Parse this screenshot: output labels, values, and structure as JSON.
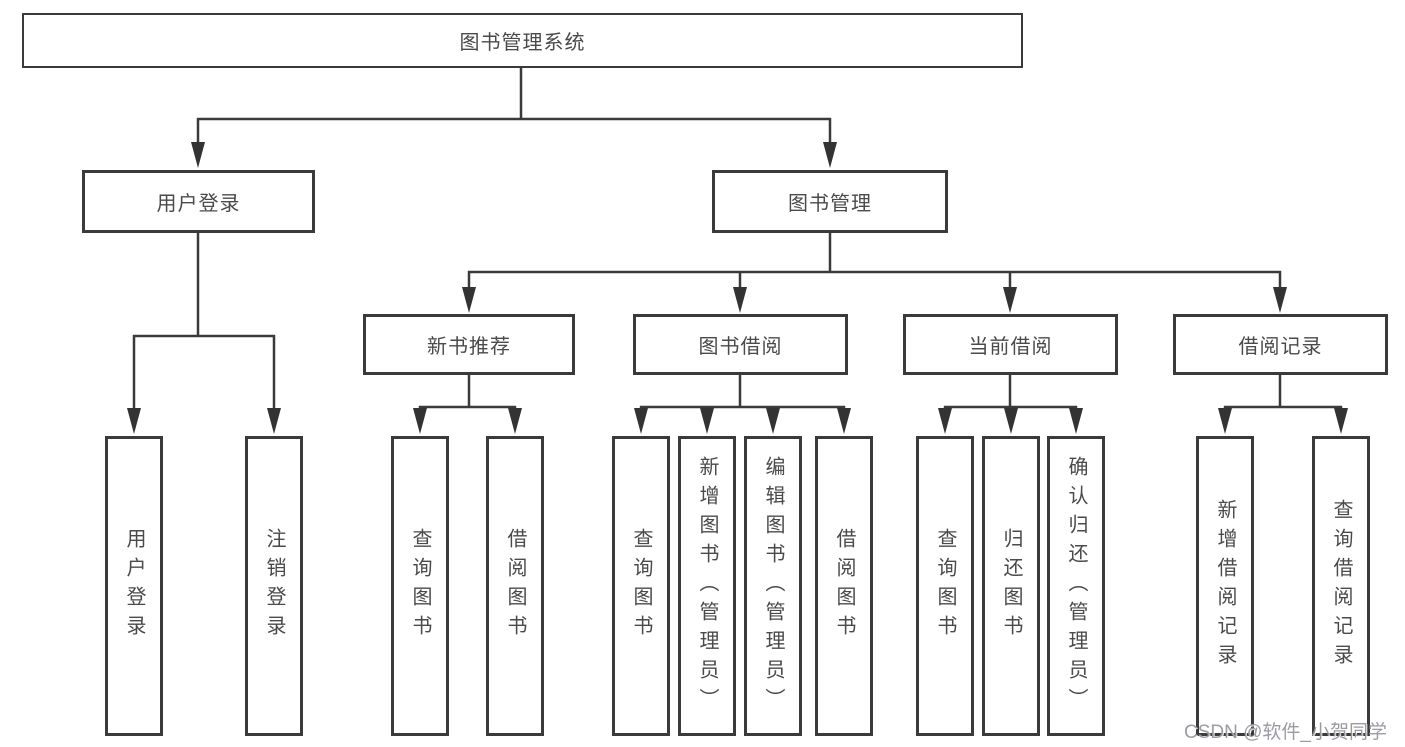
{
  "colors": {
    "line": "#3a3a3a",
    "box_border": "#3a3a3a",
    "text": "#4a4a4a",
    "background": "#ffffff",
    "watermark": "#9696a0"
  },
  "tree": {
    "root": {
      "label": "图书管理系统"
    },
    "branches": [
      {
        "label": "用户登录",
        "children": [
          {
            "label": "用户登录"
          },
          {
            "label": "注销登录"
          }
        ]
      },
      {
        "label": "图书管理",
        "sections": [
          {
            "label": "新书推荐",
            "children": [
              {
                "label": "查询图书"
              },
              {
                "label": "借阅图书"
              }
            ]
          },
          {
            "label": "图书借阅",
            "children": [
              {
                "label": "查询图书"
              },
              {
                "label": "新增图书（管理员）"
              },
              {
                "label": "编辑图书（管理员）"
              },
              {
                "label": "借阅图书"
              }
            ]
          },
          {
            "label": "当前借阅",
            "children": [
              {
                "label": "查询图书"
              },
              {
                "label": "归还图书"
              },
              {
                "label": "确认归还（管理员）"
              }
            ]
          },
          {
            "label": "借阅记录",
            "children": [
              {
                "label": "新增借阅记录"
              },
              {
                "label": "查询借阅记录"
              }
            ]
          }
        ]
      }
    ]
  },
  "watermark": {
    "text": "CSDN @软件_小贺同学"
  }
}
